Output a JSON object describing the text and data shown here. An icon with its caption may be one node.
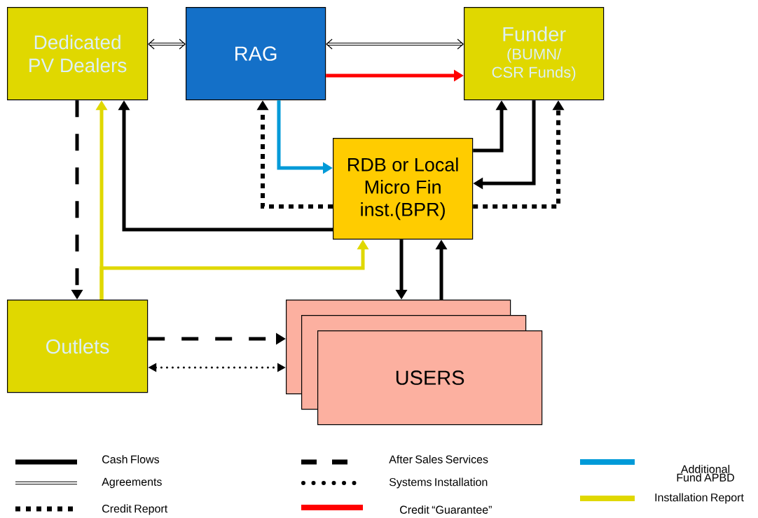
{
  "diagram": {
    "nodes": [
      {
        "text": [
          "Dedicated PV Dealers"
        ]
      },
      {
        "text": [
          "RAG"
        ]
      },
      {
        "text": [
          "Funder",
          "(BUMN/ CSR Funds)"
        ]
      },
      {
        "text": [
          "RDB or Local Micro Fin inst.(BPR)"
        ]
      },
      {
        "text": [
          "Outlets"
        ]
      },
      {
        "text": [],
        "shape": "box"
      },
      {
        "text": [],
        "shape": "box"
      },
      {
        "text": [
          "USERS"
        ]
      }
    ],
    "edges": [
      {
        "from": 0,
        "to": 1,
        "arrow": "both"
      },
      {
        "from": 1,
        "to": 2,
        "arrow": "both"
      },
      {
        "from": 1,
        "to": 2,
        "arrow": "to",
        "color": "#ff0000"
      },
      {
        "from": 1,
        "to": 3,
        "arrow": "to",
        "color": "#009ad8"
      },
      {
        "from": 3,
        "to": 1,
        "arrow": "to",
        "style": "dashed"
      },
      {
        "from": 3,
        "to": 2,
        "arrow": "to"
      },
      {
        "from": 2,
        "to": 3,
        "arrow": "to"
      },
      {
        "from": 3,
        "to": 2,
        "arrow": "to",
        "style": "dashed"
      },
      {
        "from": 3,
        "to": 0,
        "arrow": "to"
      },
      {
        "from": 0,
        "to": 4,
        "arrow": "to",
        "style": "dashed"
      },
      {
        "from": 4,
        "to": 0,
        "arrow": "to",
        "color": "#e0d800"
      },
      {
        "from": 4,
        "to": 3,
        "arrow": "to",
        "color": "#e0d800"
      },
      {
        "from": 3,
        "to": 5,
        "arrow": "to"
      },
      {
        "from": 5,
        "to": 3,
        "arrow": "to"
      },
      {
        "from": 4,
        "to": 5,
        "arrow": "to",
        "style": "dashed"
      },
      {
        "from": 4,
        "to": 5,
        "arrow": "both",
        "style": "dashed"
      }
    ],
    "legend": [
      {
        "text": "Cash Flows"
      },
      {
        "text": "Agreements"
      },
      {
        "text": "Credit Report"
      },
      {
        "text": "After Sales Services"
      },
      {
        "text": "Systems Installation"
      },
      {
        "text": "Credit “Guarantee”",
        "color": "#ff0000"
      },
      {
        "text": "Additional Fund APBD",
        "color": "#009ad8"
      },
      {
        "text": "Installation Report",
        "color": "#e0d800"
      }
    ]
  }
}
